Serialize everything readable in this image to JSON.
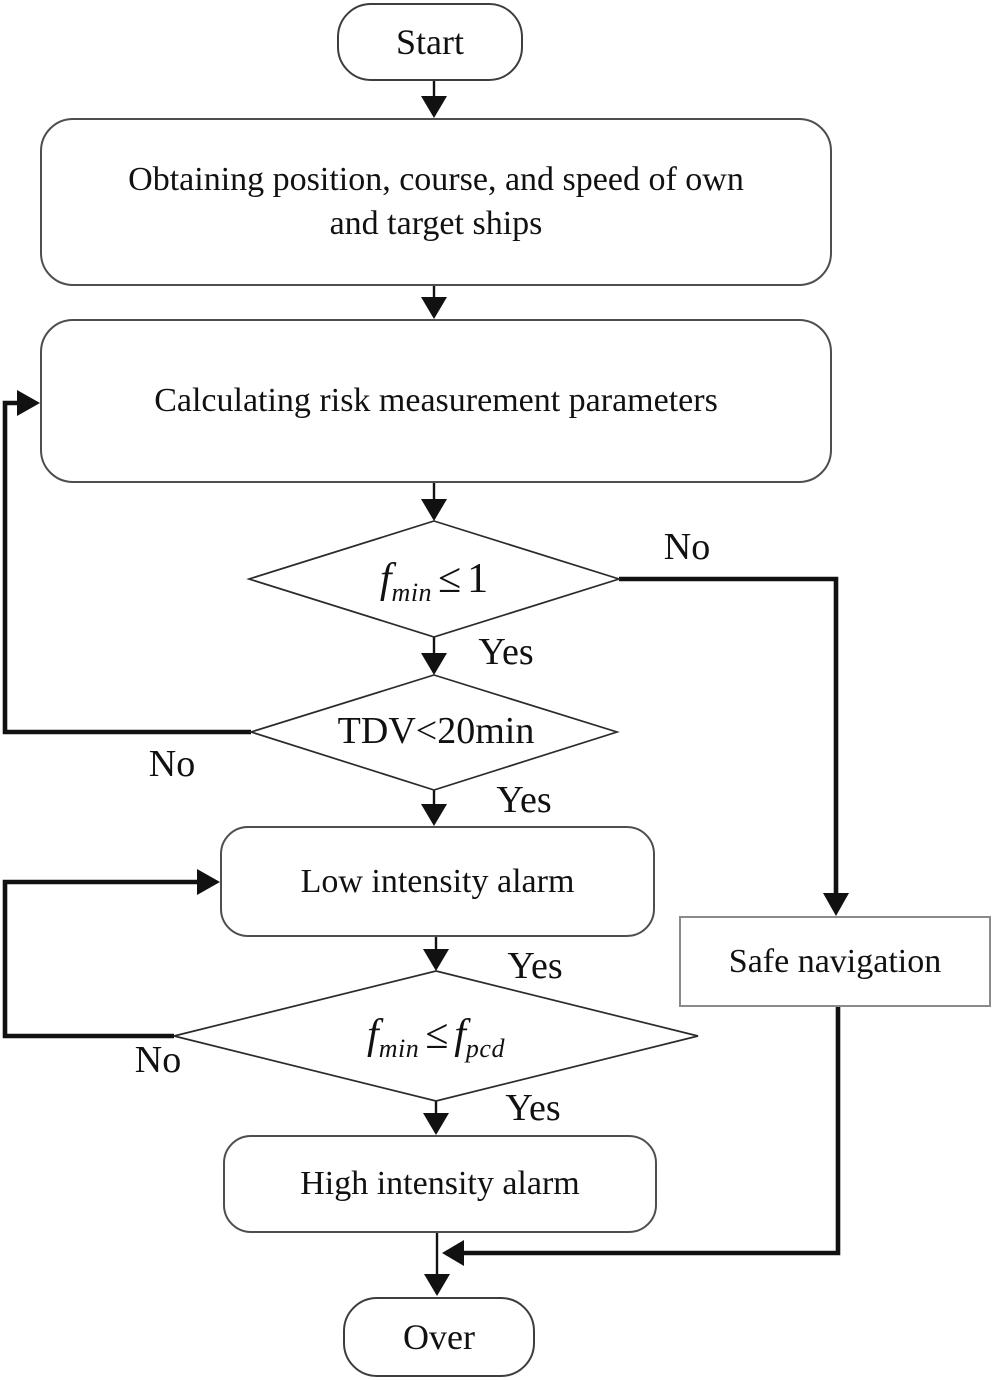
{
  "nodes": {
    "start": {
      "label": "Start"
    },
    "obtain": {
      "line1": "Obtaining position, course, and speed of own",
      "line2": "and target ships"
    },
    "calculate": {
      "label": "Calculating risk measurement parameters"
    },
    "decision1": {
      "lhs_var": "f",
      "lhs_sub": "min",
      "op": "≤",
      "rhs": "1"
    },
    "decision2": {
      "label": "TDV<20min"
    },
    "low_alarm": {
      "label": "Low intensity alarm"
    },
    "decision3": {
      "lhs_var": "f",
      "lhs_sub": "min",
      "op": "≤",
      "rhs_var": "f",
      "rhs_sub": "pcd"
    },
    "high_alarm": {
      "label": "High intensity alarm"
    },
    "safe": {
      "label": "Safe navigation"
    },
    "over": {
      "label": "Over"
    }
  },
  "edge_labels": {
    "d1_no": "No",
    "d1_yes": "Yes",
    "d2_no": "No",
    "d2_yes": "Yes",
    "low_to_d3_yes": "Yes",
    "d3_no": "No",
    "d3_yes": "Yes"
  },
  "colors": {
    "background": "#ffffff",
    "line": "#111111",
    "box_border": "#4e4e4e",
    "safe_box_border": "#8a8a8a",
    "diamond_stroke": "#2b2b2b",
    "text": "#111111"
  }
}
